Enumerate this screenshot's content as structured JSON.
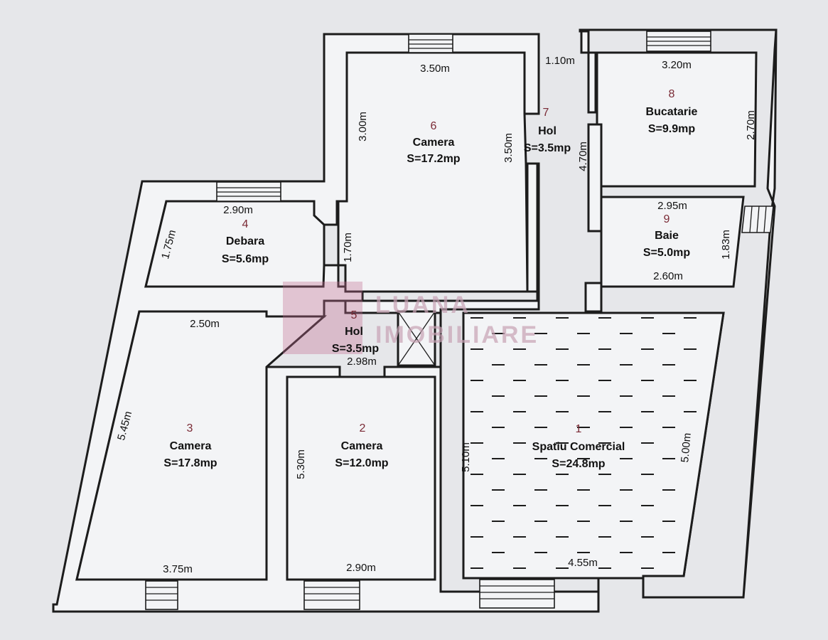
{
  "rooms": [
    {
      "number": "1",
      "name": "Spatiu Comercial",
      "area": "S=24.8mp"
    },
    {
      "number": "2",
      "name": "Camera",
      "area": "S=12.0mp"
    },
    {
      "number": "3",
      "name": "Camera",
      "area": "S=17.8mp"
    },
    {
      "number": "4",
      "name": "Debara",
      "area": "S=5.6mp"
    },
    {
      "number": "5",
      "name": "Hol",
      "area": "S=3.5mp"
    },
    {
      "number": "6",
      "name": "Camera",
      "area": "S=17.2mp"
    },
    {
      "number": "7",
      "name": "Hol",
      "area": "S=3.5mp"
    },
    {
      "number": "8",
      "name": "Bucatarie",
      "area": "S=9.9mp"
    },
    {
      "number": "9",
      "name": "Baie",
      "area": "S=5.0mp"
    }
  ],
  "dimensions": {
    "camera6_top": "3.50m",
    "camera6_left": "3.00m",
    "camera6_right": "3.50m",
    "hol7_top": "1.10m",
    "hol7_right": "4.70m",
    "bucatarie_top": "3.20m",
    "bucatarie_right": "2.70m",
    "baie_top": "2.95m",
    "baie_right": "1.83m",
    "baie_bottom": "2.60m",
    "debara_top": "2.90m",
    "debara_left": "1.75m",
    "hol5_side": "1.70m",
    "hol5_bottom": "2.98m",
    "camera3_top": "2.50m",
    "camera3_left": "5.45m",
    "camera3_bottom": "3.75m",
    "camera2_left": "5.30m",
    "camera2_bottom": "2.90m",
    "spatiu_left": "5.10m",
    "spatiu_right": "5.00m",
    "spatiu_bottom": "4.55m"
  },
  "watermark": {
    "line1": "LUANA",
    "line2": "IMOBILIARE"
  }
}
